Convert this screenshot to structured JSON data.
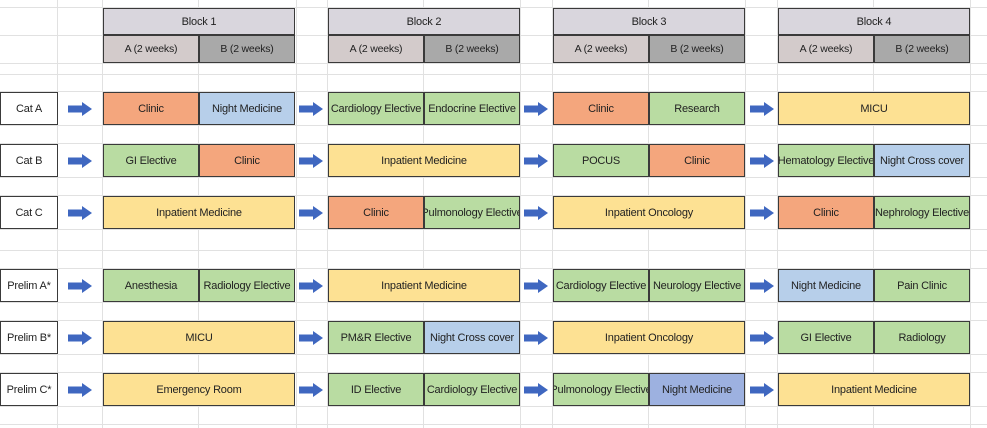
{
  "colors": {
    "orange": "#f4a67d",
    "blue": "#b7cfea",
    "blue_dark": "#9db1e0",
    "green": "#b9dca2",
    "yellow": "#fde193",
    "arrow": "#3f67c0"
  },
  "blocks": [
    {
      "title": "Block 1",
      "a_label": "A (2 weeks)",
      "b_label": "B (2 weeks)"
    },
    {
      "title": "Block 2",
      "a_label": "A (2 weeks)",
      "b_label": "B (2 weeks)"
    },
    {
      "title": "Block 3",
      "a_label": "A (2 weeks)",
      "b_label": "B (2 weeks)"
    },
    {
      "title": "Block 4",
      "a_label": "A (2 weeks)",
      "b_label": "B (2 weeks)"
    }
  ],
  "rows": [
    {
      "label": "Cat A",
      "blocks": [
        {
          "a": {
            "text": "Clinic",
            "color": "orange"
          },
          "b": {
            "text": "Night Medicine",
            "color": "blue"
          }
        },
        {
          "a": {
            "text": "Cardiology Elective",
            "color": "green"
          },
          "b": {
            "text": "Endocrine Elective",
            "color": "green"
          }
        },
        {
          "a": {
            "text": "Clinic",
            "color": "orange"
          },
          "b": {
            "text": "Research",
            "color": "green"
          }
        },
        {
          "full": {
            "text": "MICU",
            "color": "yellow"
          }
        }
      ]
    },
    {
      "label": "Cat B",
      "blocks": [
        {
          "a": {
            "text": "GI Elective",
            "color": "green"
          },
          "b": {
            "text": "Clinic",
            "color": "orange"
          }
        },
        {
          "full": {
            "text": "Inpatient Medicine",
            "color": "yellow"
          }
        },
        {
          "a": {
            "text": "POCUS",
            "color": "green"
          },
          "b": {
            "text": "Clinic",
            "color": "orange"
          }
        },
        {
          "a": {
            "text": "Hematology Elective",
            "color": "green"
          },
          "b": {
            "text": "Night Cross cover",
            "color": "blue"
          }
        }
      ]
    },
    {
      "label": "Cat C",
      "blocks": [
        {
          "full": {
            "text": "Inpatient Medicine",
            "color": "yellow"
          }
        },
        {
          "a": {
            "text": "Clinic",
            "color": "orange"
          },
          "b": {
            "text": "Pulmonology Elective",
            "color": "green"
          }
        },
        {
          "full": {
            "text": "Inpatient Oncology",
            "color": "yellow"
          }
        },
        {
          "a": {
            "text": "Clinic",
            "color": "orange"
          },
          "b": {
            "text": "Nephrology Elective",
            "color": "green"
          }
        }
      ]
    },
    {
      "label": "Prelim A*",
      "blocks": [
        {
          "a": {
            "text": "Anesthesia",
            "color": "green"
          },
          "b": {
            "text": "Radiology Elective",
            "color": "green"
          }
        },
        {
          "full": {
            "text": "Inpatient Medicine",
            "color": "yellow"
          }
        },
        {
          "a": {
            "text": "Cardiology Elective",
            "color": "green"
          },
          "b": {
            "text": "Neurology Elective",
            "color": "green"
          }
        },
        {
          "a": {
            "text": "Night Medicine",
            "color": "blue"
          },
          "b": {
            "text": "Pain Clinic",
            "color": "green"
          }
        }
      ]
    },
    {
      "label": "Prelim B*",
      "blocks": [
        {
          "full": {
            "text": "MICU",
            "color": "yellow"
          }
        },
        {
          "a": {
            "text": "PM&R Elective",
            "color": "green"
          },
          "b": {
            "text": "Night Cross cover",
            "color": "blue"
          }
        },
        {
          "full": {
            "text": "Inpatient Oncology",
            "color": "yellow"
          }
        },
        {
          "a": {
            "text": "GI Elective",
            "color": "green"
          },
          "b": {
            "text": "Radiology",
            "color": "green"
          }
        }
      ]
    },
    {
      "label": "Prelim C*",
      "blocks": [
        {
          "full": {
            "text": "Emergency Room",
            "color": "yellow"
          }
        },
        {
          "a": {
            "text": "ID Elective",
            "color": "green"
          },
          "b": {
            "text": "Cardiology Elective",
            "color": "green"
          }
        },
        {
          "a": {
            "text": "Pulmonology Elective",
            "color": "green"
          },
          "b": {
            "text": "Night Medicine",
            "color": "blue_dark"
          }
        },
        {
          "full": {
            "text": "Inpatient Medicine",
            "color": "yellow"
          }
        }
      ]
    }
  ]
}
